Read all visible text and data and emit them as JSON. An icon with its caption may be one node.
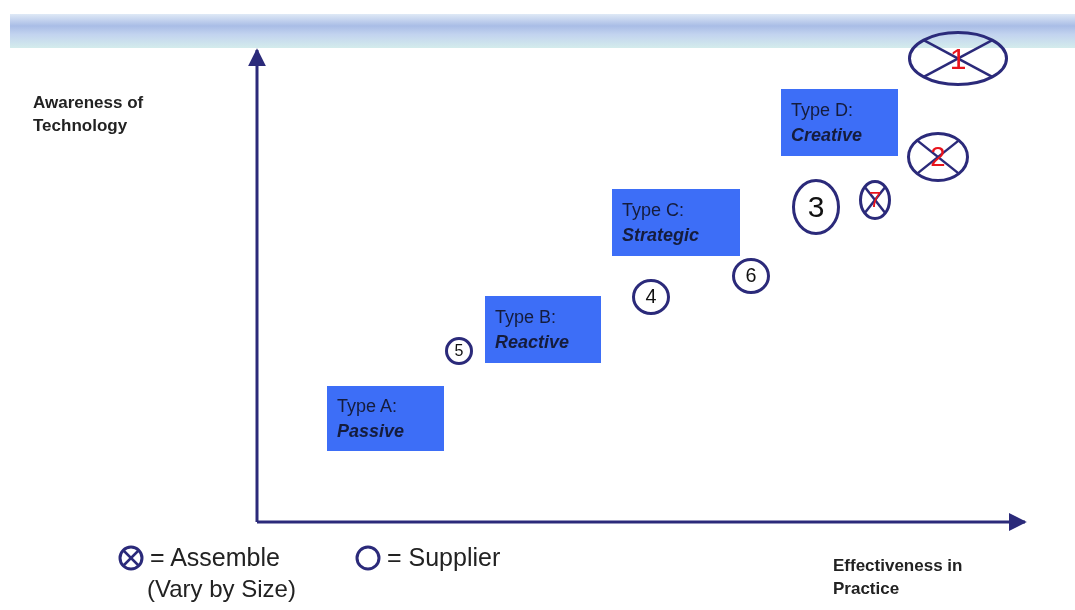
{
  "diagram": {
    "nodes": [
      {
        "text": [
          "1"
        ]
      },
      {
        "text": [
          "Type D:",
          "Creative"
        ]
      },
      {
        "text": [
          "2"
        ]
      },
      {
        "text": [
          "3"
        ]
      },
      {
        "text": [
          "7"
        ]
      },
      {
        "text": [
          "Type C:",
          "Strategic"
        ]
      },
      {
        "text": [
          "6"
        ]
      },
      {
        "text": [
          "4"
        ]
      },
      {
        "text": [
          "Type B:",
          "Reactive"
        ]
      },
      {
        "text": [
          "5"
        ]
      },
      {
        "text": [
          "Type A:",
          "Passive"
        ]
      }
    ],
    "labels": [
      "Awareness of Technology",
      "(Vary by Size)",
      "Effectiveness in Practice"
    ],
    "legend": [
      {
        "text": "= Assemble"
      },
      {
        "text": "= Supplier"
      }
    ]
  }
}
